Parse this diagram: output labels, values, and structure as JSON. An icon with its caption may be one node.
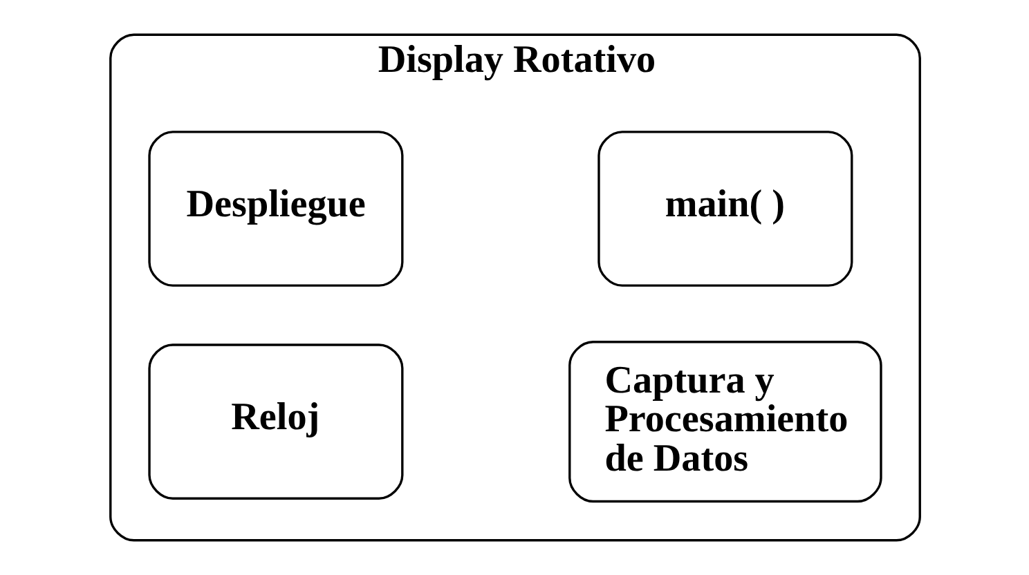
{
  "diagram": {
    "nodes": [
      {
        "text": [
          "Display Rotativo"
        ]
      },
      {
        "text": [
          "main( )"
        ],
        "in": 0
      },
      {
        "text": [
          "Despliegue"
        ],
        "in": 0
      },
      {
        "text": [
          "Captura y Procesamiento de Datos"
        ],
        "in": 0
      },
      {
        "text": [
          "Reloj"
        ],
        "in": 0
      }
    ]
  }
}
